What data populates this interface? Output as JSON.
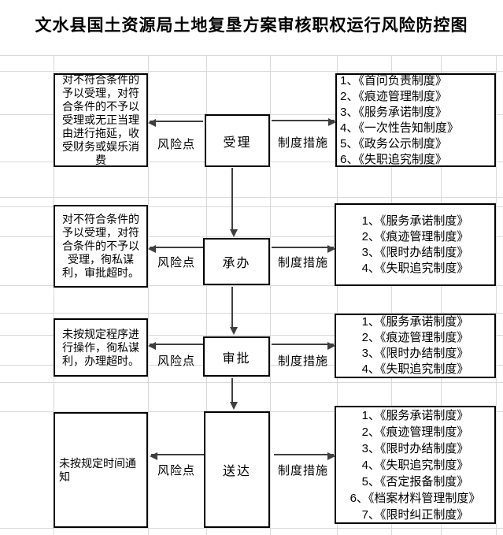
{
  "title": "文水县国土资源局土地复垦方案审核职权运行风险防控图",
  "labels": {
    "risk_point": "风险点",
    "measures": "制度措施"
  },
  "rows": [
    {
      "stage": "受理",
      "risk": "对不符合条件的予以受理，对符合条件的不予以受理或无正当理由进行拖延，收受财务或娱乐消费",
      "measures": [
        "1、《首问负责制度》",
        "2、《痕迹管理制度》",
        "3、《服务承诺制度》",
        "4、《一次性告知制度》",
        "5、《政务公示制度》",
        "6、《失职追究制度》"
      ]
    },
    {
      "stage": "承办",
      "risk": "对不符合条件的予以受理，对符合条件的不予以受理，徇私谋利，审批超时。",
      "measures": [
        "1、《服务承诺制度》",
        "2、《痕迹管理制度》",
        "3、《限时办结制度》",
        "4、《失职追究制度》"
      ]
    },
    {
      "stage": "审批",
      "risk": "未按规定程序进行操作，徇私谋利，办理超时。",
      "measures": [
        "1、《服务承诺制度》",
        "2、《痕迹管理制度》",
        "3、《限时办结制度》",
        "4、《失职追究制度》"
      ]
    },
    {
      "stage": "送达",
      "risk": "未按规定时间通知",
      "measures": [
        "1、《服务承诺制度》",
        "2、《痕迹管理制度》",
        "3、《限时办结制度》",
        "4、《失职追究制度》",
        "5、《否定报备制度》",
        "6、《档案材料管理制度》",
        "7、《限时纠正制度》"
      ]
    }
  ],
  "colors": {
    "line": "#3f3f3f",
    "grid": "#d9d9d9",
    "box_border": "#000000",
    "background": "#ffffff"
  }
}
